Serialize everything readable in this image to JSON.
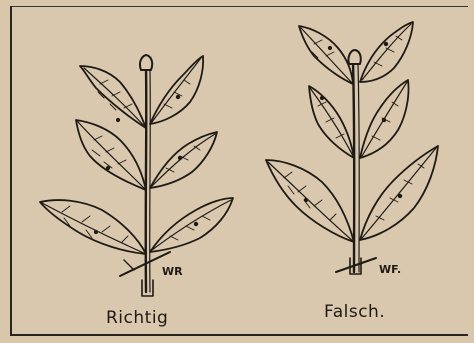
{
  "panels": [
    {
      "caption": "Richtig",
      "cut_mark": "WR"
    },
    {
      "caption": "Falsch.",
      "cut_mark": "WF."
    }
  ]
}
